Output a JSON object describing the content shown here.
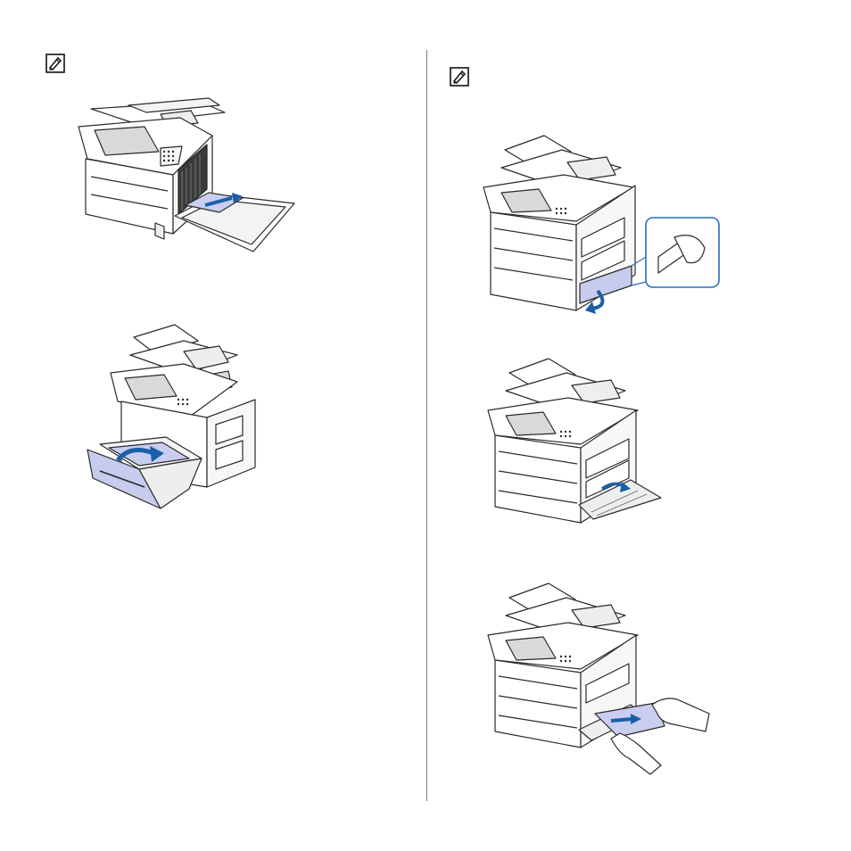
{
  "page": {
    "background": "#ffffff",
    "divider_color": "#7a7a7a"
  },
  "icons": {
    "left_note": "note-pencil-icon",
    "right_note": "note-pencil-icon"
  },
  "colors": {
    "outline": "#2a2a2a",
    "paper": "#c9cdf0",
    "arrow": "#1a5fa8",
    "tray_panel": "#c7cbee",
    "machine": "#ffffff",
    "screen": "#d9d9d9"
  },
  "figures": [
    {
      "id": "rear-cover-open",
      "description_icon": "printer-rear-cover-open"
    },
    {
      "id": "tray-pulled",
      "description_icon": "printer-tray-pulled"
    },
    {
      "id": "side-latch",
      "description_icon": "printer-side-latch-zoom"
    },
    {
      "id": "side-cover-open",
      "description_icon": "printer-side-cover-open"
    },
    {
      "id": "paper-removal",
      "description_icon": "printer-paper-removal"
    }
  ]
}
